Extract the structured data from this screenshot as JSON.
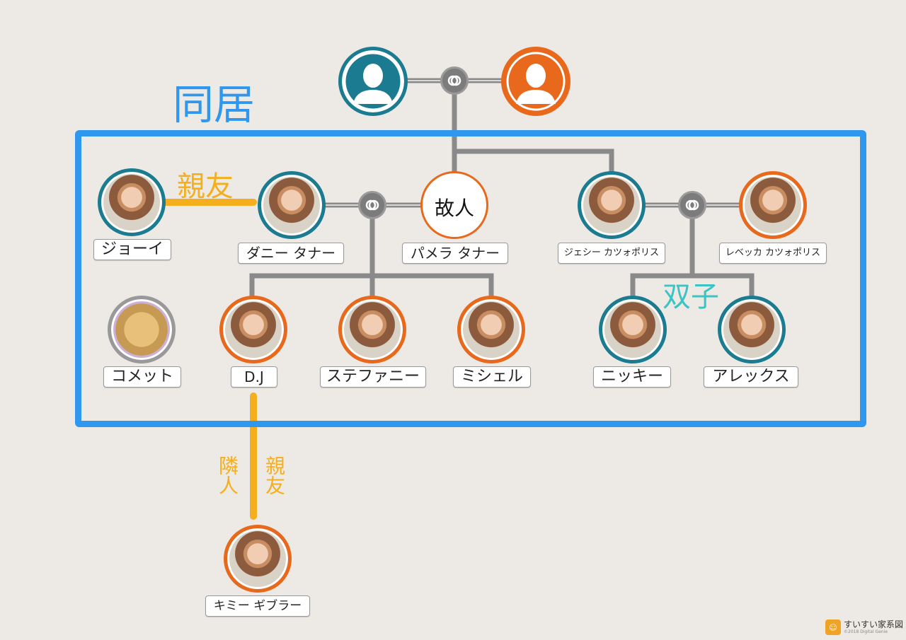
{
  "annotations": {
    "cohabitation": "同居",
    "best_friends": "親友",
    "twins": "双子",
    "neighbor": "隣人",
    "best_friends_vertical": "親友"
  },
  "people": {
    "grandfather": {
      "label": "",
      "color": "#1b7b90"
    },
    "grandmother": {
      "label": "",
      "color": "#e8681c"
    },
    "joey": {
      "label": "ジョーイ",
      "color": "#1b7b90"
    },
    "danny": {
      "label": "ダニー タナー",
      "color": "#1b7b90"
    },
    "pamela": {
      "label": "パメラ タナー",
      "inner_text": "故人",
      "color": "#e8681c"
    },
    "jesse": {
      "label": "ジェシー カツォポリス",
      "color": "#1b7b90"
    },
    "rebecca": {
      "label": "レベッカ カツォポリス",
      "color": "#e8681c"
    },
    "comet": {
      "label": "コメット",
      "color": "#999999"
    },
    "dj": {
      "label": "D.J",
      "color": "#e8681c"
    },
    "stephanie": {
      "label": "ステファニー",
      "color": "#e8681c"
    },
    "michelle": {
      "label": "ミシェル",
      "color": "#e8681c"
    },
    "nicky": {
      "label": "ニッキー",
      "color": "#1b7b90"
    },
    "alex": {
      "label": "アレックス",
      "color": "#1b7b90"
    },
    "kimmy": {
      "label": "キミー ギブラー",
      "color": "#e8681c"
    }
  },
  "colors": {
    "cohabitation": "#2f98ee",
    "friendship": "#f5ae1d",
    "twins": "#3cc4c4",
    "connector": "#848484"
  },
  "logo": {
    "name": "すいすい家系図",
    "copyright": "©2018 Digital Genie"
  }
}
